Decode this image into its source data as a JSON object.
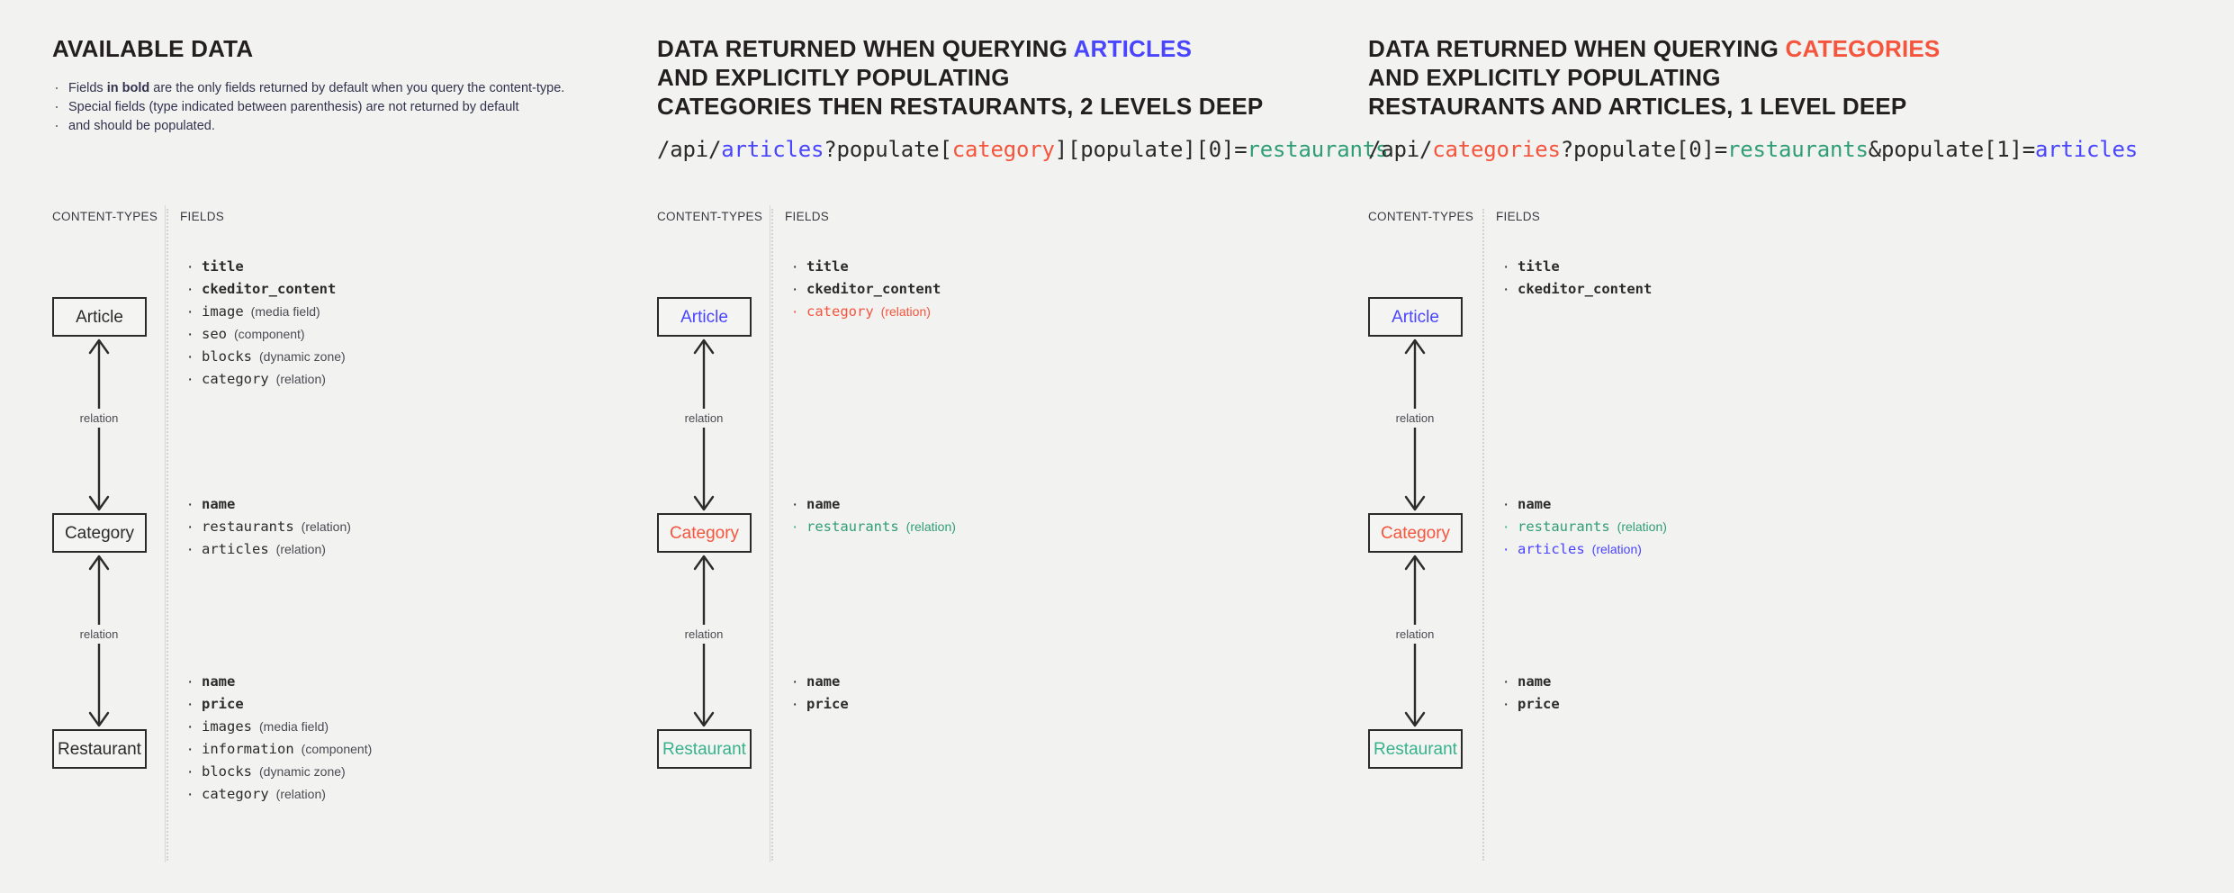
{
  "theme": {
    "background": "#f2f2f1",
    "ink": "#231f20",
    "blue": "#4945ff",
    "red": "#f5553d",
    "green": "#2f9e78",
    "green_box": "#37b28c",
    "divider": "#d8d8d6"
  },
  "panels": [
    {
      "id": "available-data",
      "heading_lines": [
        {
          "plain": "AVAILABLE DATA"
        }
      ],
      "intro_bullets": [
        {
          "pre": "Fields ",
          "bold": "in bold",
          "post": " are the only fields returned by default when you query the content-type."
        },
        {
          "pre": "Special fields (type indicated between parenthesis) are not returned by default",
          "bold": "",
          "post": ""
        },
        {
          "pre": "and should be populated.",
          "bold": "",
          "post": "",
          "continuation": true
        }
      ],
      "url": null,
      "captions": {
        "content_types": "CONTENT-TYPES",
        "fields": "FIELDS"
      },
      "nodes": [
        {
          "label": "Article",
          "color": "default"
        },
        {
          "label": "Category",
          "color": "default"
        },
        {
          "label": "Restaurant",
          "color": "default"
        }
      ],
      "relations": [
        {
          "label": "relation"
        },
        {
          "label": "relation"
        }
      ],
      "field_groups": [
        [
          {
            "name": "title",
            "type": "",
            "style": "bold"
          },
          {
            "name": "ckeditor_content",
            "type": "",
            "style": "bold"
          },
          {
            "name": "image",
            "type": "(media field)",
            "style": "normal"
          },
          {
            "name": "seo",
            "type": "(component)",
            "style": "normal"
          },
          {
            "name": "blocks",
            "type": "(dynamic zone)",
            "style": "normal"
          },
          {
            "name": "category",
            "type": "(relation)",
            "style": "normal"
          }
        ],
        [
          {
            "name": "name",
            "type": "",
            "style": "bold"
          },
          {
            "name": "restaurants",
            "type": "(relation)",
            "style": "normal"
          },
          {
            "name": "articles",
            "type": "(relation)",
            "style": "normal"
          }
        ],
        [
          {
            "name": "name",
            "type": "",
            "style": "bold"
          },
          {
            "name": "price",
            "type": "",
            "style": "bold"
          },
          {
            "name": "images",
            "type": "(media field)",
            "style": "normal"
          },
          {
            "name": "information",
            "type": "(component)",
            "style": "normal"
          },
          {
            "name": "blocks",
            "type": "(dynamic zone)",
            "style": "normal"
          },
          {
            "name": "category",
            "type": "(relation)",
            "style": "normal"
          }
        ]
      ]
    },
    {
      "id": "query-articles",
      "heading_lines": [
        {
          "plain": "DATA RETURNED WHEN QUERYING ",
          "accent": "ARTICLES",
          "accent_color": "blue"
        },
        {
          "plain": "AND EXPLICITLY POPULATING"
        },
        {
          "plain": "CATEGORIES THEN RESTAURANTS, 2 LEVELS DEEP"
        }
      ],
      "intro_bullets": [],
      "url": {
        "parts": [
          {
            "text": "/api/",
            "color": "default"
          },
          {
            "text": "articles",
            "color": "blue"
          },
          {
            "text": "?populate[",
            "color": "default"
          },
          {
            "text": "category",
            "color": "red"
          },
          {
            "text": "][populate][0]=",
            "color": "default"
          },
          {
            "text": "restaurants",
            "color": "green"
          }
        ]
      },
      "captions": {
        "content_types": "CONTENT-TYPES",
        "fields": "FIELDS"
      },
      "nodes": [
        {
          "label": "Article",
          "color": "blue"
        },
        {
          "label": "Category",
          "color": "red"
        },
        {
          "label": "Restaurant",
          "color": "green"
        }
      ],
      "relations": [
        {
          "label": "relation"
        },
        {
          "label": "relation"
        }
      ],
      "field_groups": [
        [
          {
            "name": "title",
            "type": "",
            "style": "bold"
          },
          {
            "name": "ckeditor_content",
            "type": "",
            "style": "bold"
          },
          {
            "name": "category",
            "type": "(relation)",
            "style": "red"
          }
        ],
        [
          {
            "name": "name",
            "type": "",
            "style": "bold"
          },
          {
            "name": "restaurants",
            "type": "(relation)",
            "style": "green"
          }
        ],
        [
          {
            "name": "name",
            "type": "",
            "style": "bold"
          },
          {
            "name": "price",
            "type": "",
            "style": "bold"
          }
        ]
      ]
    },
    {
      "id": "query-categories",
      "heading_lines": [
        {
          "plain": "DATA RETURNED WHEN QUERYING ",
          "accent": "CATEGORIES",
          "accent_color": "red"
        },
        {
          "plain": "AND EXPLICITLY POPULATING"
        },
        {
          "plain": "RESTAURANTS AND ARTICLES, 1 LEVEL DEEP"
        }
      ],
      "intro_bullets": [],
      "url": {
        "parts": [
          {
            "text": "/api/",
            "color": "default"
          },
          {
            "text": "categories",
            "color": "red"
          },
          {
            "text": "?populate[0]=",
            "color": "default"
          },
          {
            "text": "restaurants",
            "color": "green"
          },
          {
            "text": "&populate[1]=",
            "color": "default"
          },
          {
            "text": "articles",
            "color": "blue"
          }
        ]
      },
      "captions": {
        "content_types": "CONTENT-TYPES",
        "fields": "FIELDS"
      },
      "nodes": [
        {
          "label": "Article",
          "color": "blue"
        },
        {
          "label": "Category",
          "color": "red"
        },
        {
          "label": "Restaurant",
          "color": "green"
        }
      ],
      "relations": [
        {
          "label": "relation"
        },
        {
          "label": "relation"
        }
      ],
      "field_groups": [
        [
          {
            "name": "title",
            "type": "",
            "style": "bold"
          },
          {
            "name": "ckeditor_content",
            "type": "",
            "style": "bold"
          }
        ],
        [
          {
            "name": "name",
            "type": "",
            "style": "bold"
          },
          {
            "name": "restaurants",
            "type": "(relation)",
            "style": "green"
          },
          {
            "name": "articles",
            "type": "(relation)",
            "style": "blue"
          }
        ],
        [
          {
            "name": "name",
            "type": "",
            "style": "bold"
          },
          {
            "name": "price",
            "type": "",
            "style": "bold"
          }
        ]
      ]
    }
  ]
}
